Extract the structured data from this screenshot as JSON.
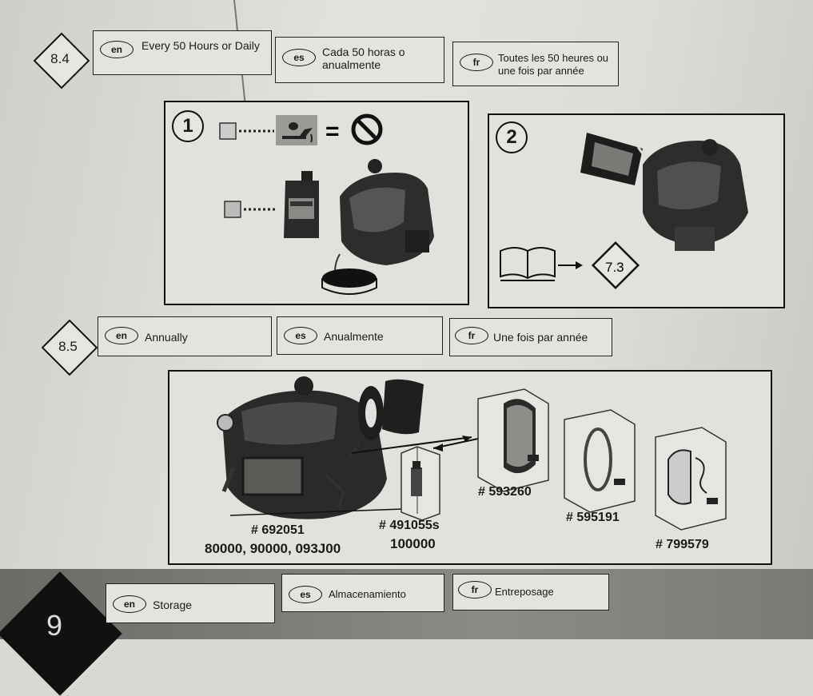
{
  "section_84": {
    "number": "8.4",
    "en": {
      "code": "en",
      "text": "Every 50 Hours or Daily"
    },
    "es": {
      "code": "es",
      "text": "Cada 50 horas o anualmente"
    },
    "fr": {
      "code": "fr",
      "text": "Toutes les 50 heures ou une fois par année"
    },
    "panel1": {
      "step": "1",
      "equals": "="
    },
    "panel2": {
      "step": "2",
      "ref": "7.3"
    }
  },
  "section_85": {
    "number": "8.5",
    "en": {
      "code": "en",
      "text": "Annually"
    },
    "es": {
      "code": "es",
      "text": "Anualmente"
    },
    "fr": {
      "code": "fr",
      "text": "Une fois par année"
    },
    "parts": {
      "p692051": "# 692051",
      "models_692051": "80000, 90000, 093J00",
      "p491055s": "# 491055s",
      "models_491055s": "100000",
      "p593260": "# 593260",
      "p595191": "# 595191",
      "p799579": "# 799579"
    }
  },
  "section_9": {
    "number": "9",
    "en": {
      "code": "en",
      "text": "Storage"
    },
    "es": {
      "code": "es",
      "text": "Almacenamiento"
    },
    "fr": {
      "code": "fr",
      "text": "Entreposage"
    }
  },
  "icons": [
    "oil-can-icon",
    "no-symbol-icon",
    "oil-bottle-icon",
    "engine-illustration",
    "book-icon",
    "arrow-icon",
    "air-filter-icon"
  ]
}
